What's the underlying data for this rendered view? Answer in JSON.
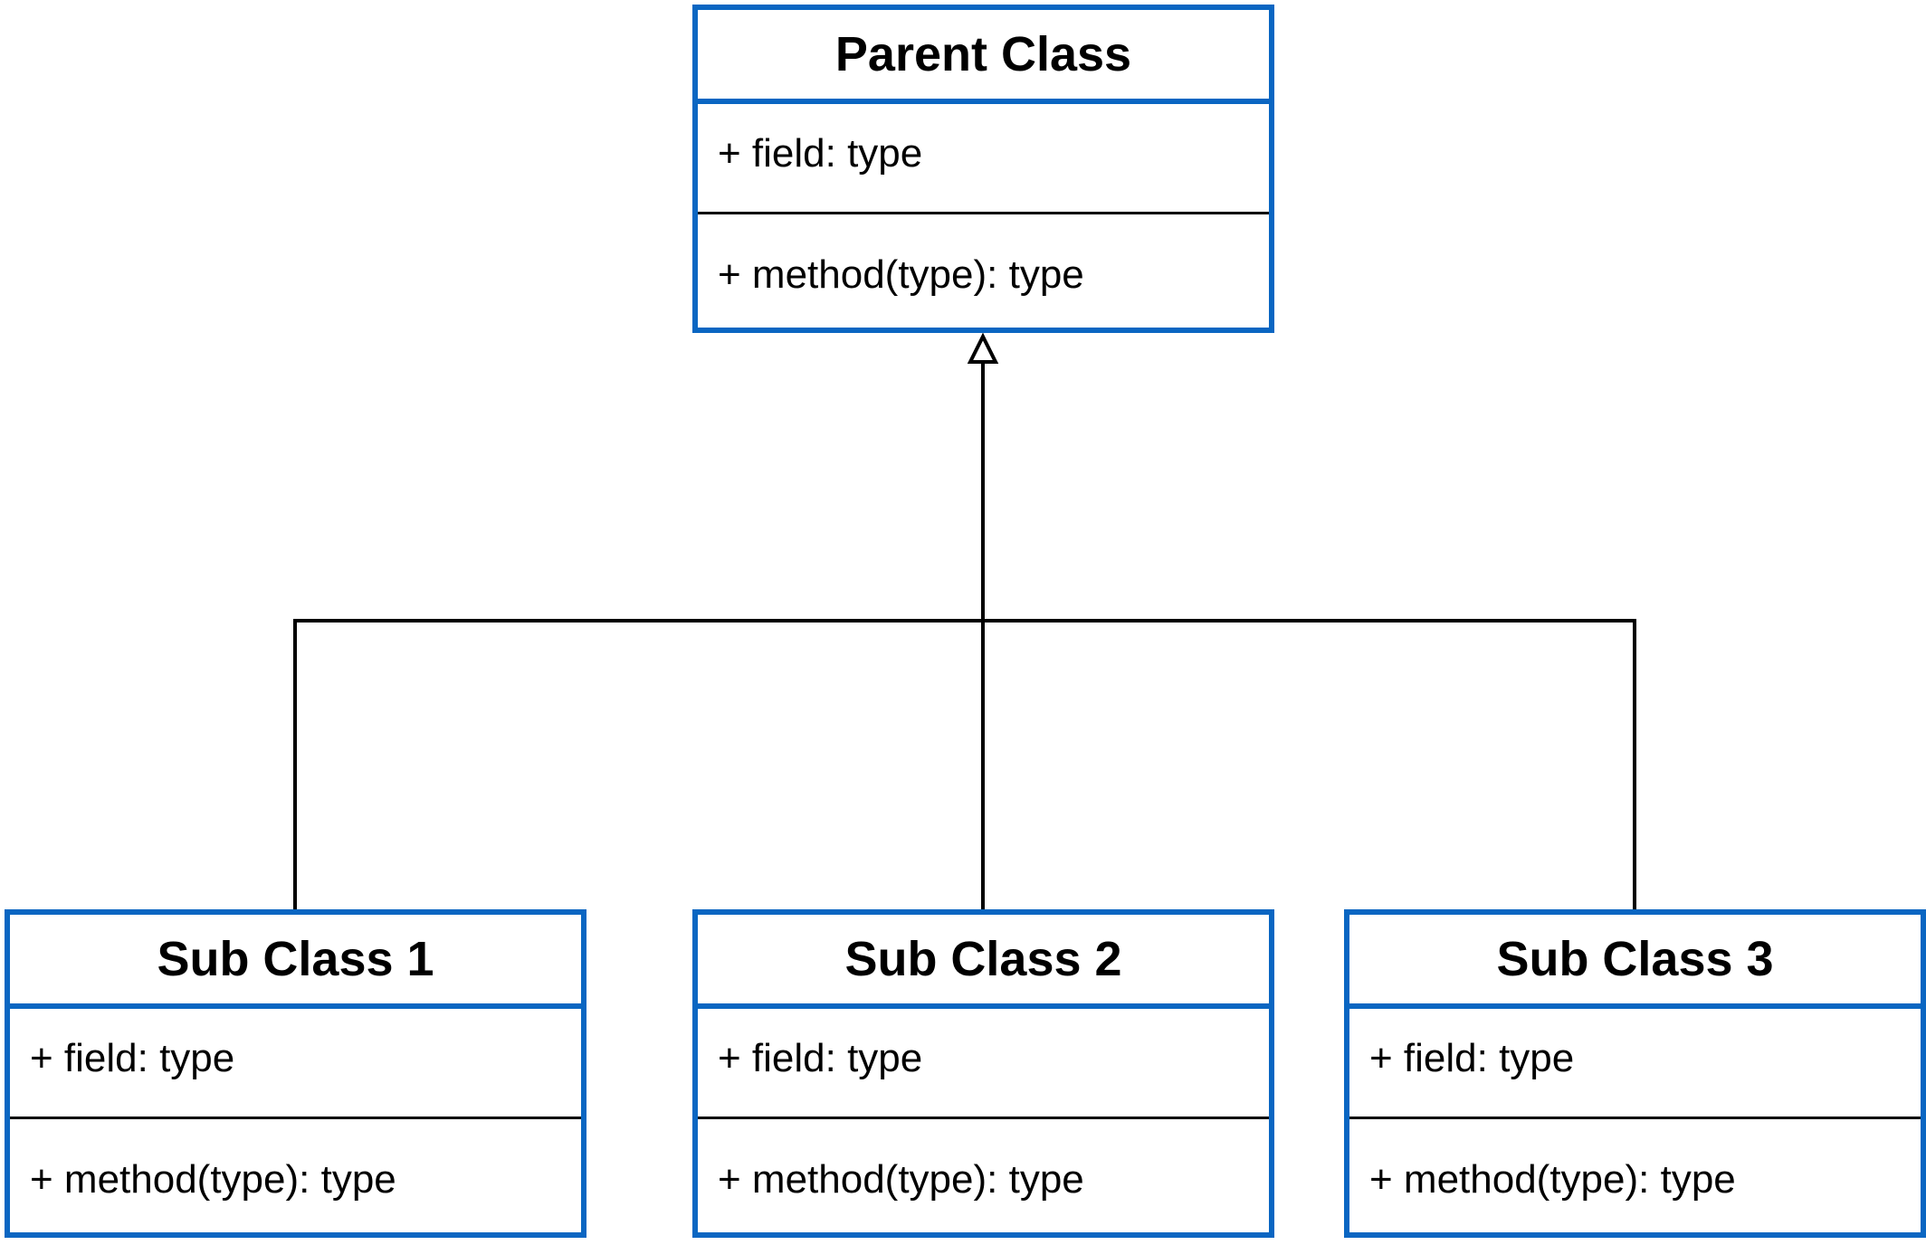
{
  "classes": [
    {
      "id": "parent",
      "name": "Parent Class",
      "field": "+ field: type",
      "method": "+ method(type): type"
    },
    {
      "id": "sub1",
      "name": "Sub Class 1",
      "field": "+ field: type",
      "method": "+ method(type): type"
    },
    {
      "id": "sub2",
      "name": "Sub Class 2",
      "field": "+ field: type",
      "method": "+ method(type): type"
    },
    {
      "id": "sub3",
      "name": "Sub Class 3",
      "field": "+ field: type",
      "method": "+ method(type): type"
    }
  ],
  "relationship": "generalization",
  "colors": {
    "class_border": "#0a66c2",
    "line": "#000000",
    "text": "#000000",
    "background": "#ffffff"
  }
}
